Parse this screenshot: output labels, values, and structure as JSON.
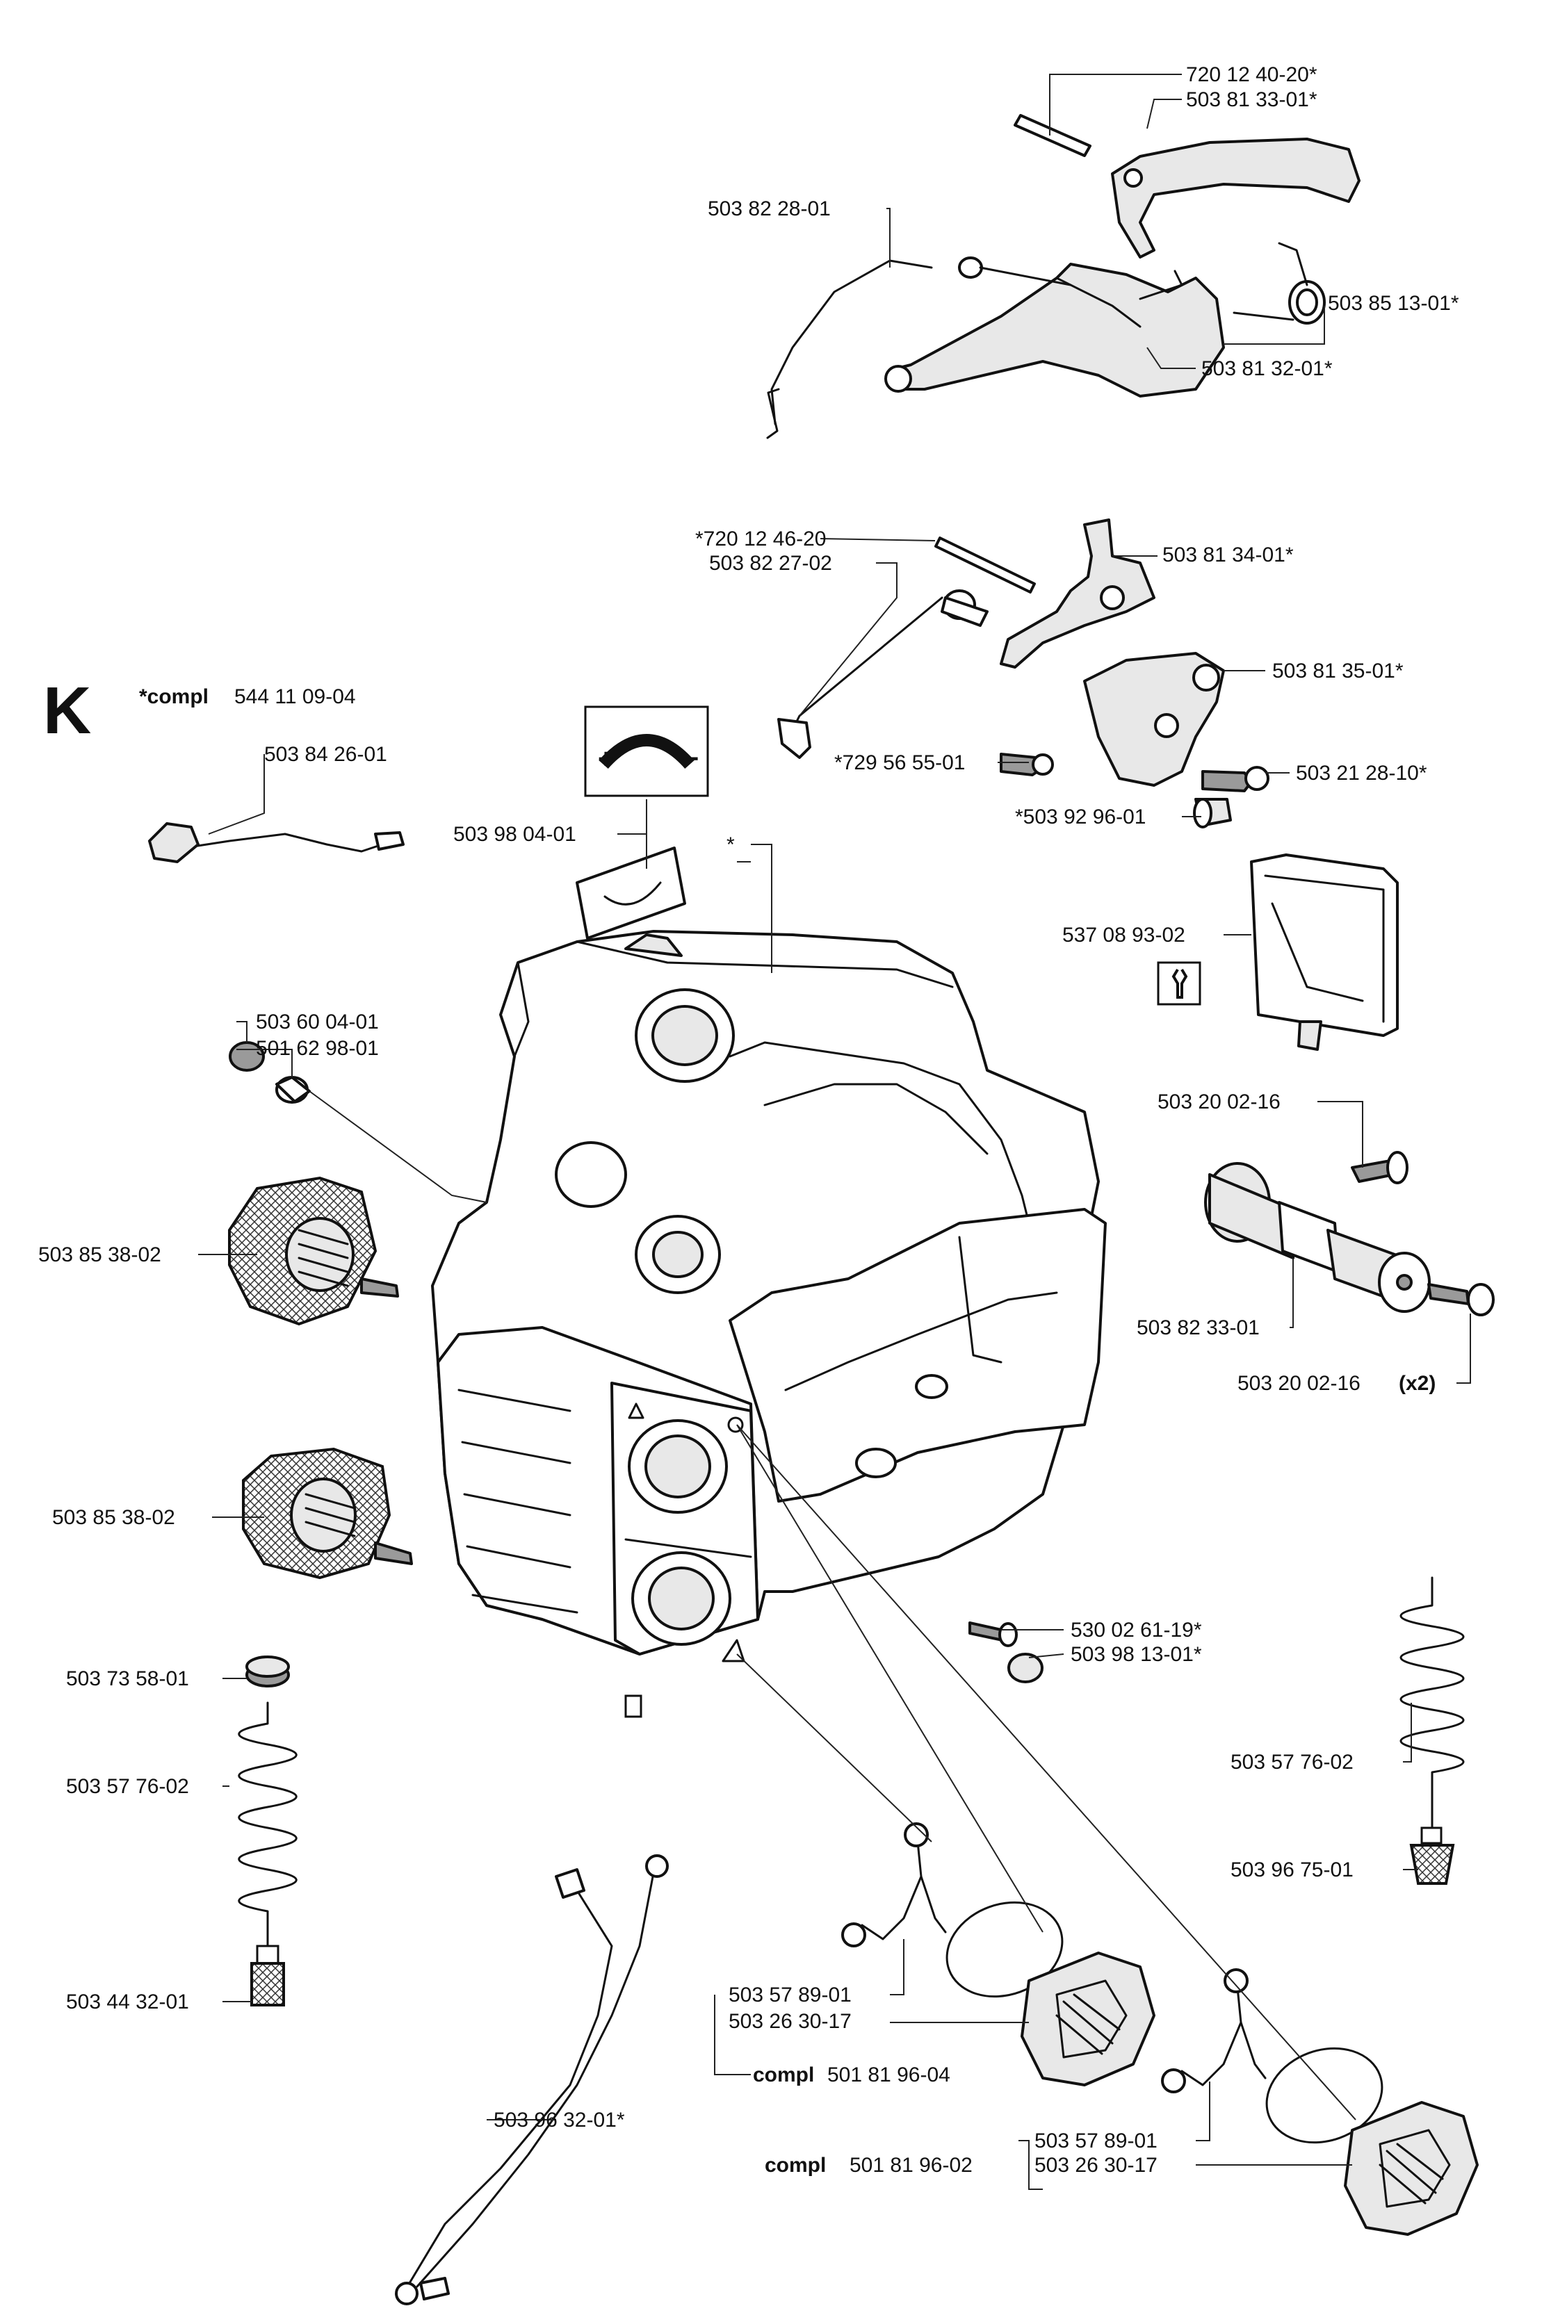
{
  "section": {
    "letter": "K",
    "compl_prefix": "*compl",
    "compl_number": "544 11 09-04"
  },
  "top_assembly": [
    "720 12 40-20*",
    "503 81 33-01*",
    "503 82 28-01",
    "503 85 13-01*",
    "503 81 32-01*"
  ],
  "mid_assembly": [
    "*720 12 46-20",
    "503 82 27-02",
    "503 81 34-01*",
    "503 81 35-01*",
    "*729 56 55-01",
    "503 21 28-10*",
    "*503 92 96-01"
  ],
  "left_parts": [
    "503 84 26-01",
    "503 98 04-01",
    "503 60 04-01",
    "501 62 98-01",
    "503 85 38-02",
    "503 85 38-02",
    "503 73 58-01",
    "503 57 76-02",
    "503 44 32-01",
    "503 96 32-01*"
  ],
  "right_parts": [
    "537 08 93-02",
    "503 20 02-16",
    "503 82 33-01",
    "503 20 02-16",
    "530 02 61-19*",
    "503 98 13-01*",
    "503 57 76-02",
    "503 96 75-01"
  ],
  "x2_suffix": "(x2)",
  "star_marker": "*",
  "cap_group_1": {
    "part_a": "503 57 89-01",
    "part_b": "503 26 30-17",
    "compl_label": "compl",
    "compl_number": "501 81 96-04"
  },
  "cap_group_2": {
    "part_a": "503 57 89-01",
    "part_b": "503 26 30-17",
    "compl_label": "compl",
    "compl_number": "501 81 96-02"
  }
}
